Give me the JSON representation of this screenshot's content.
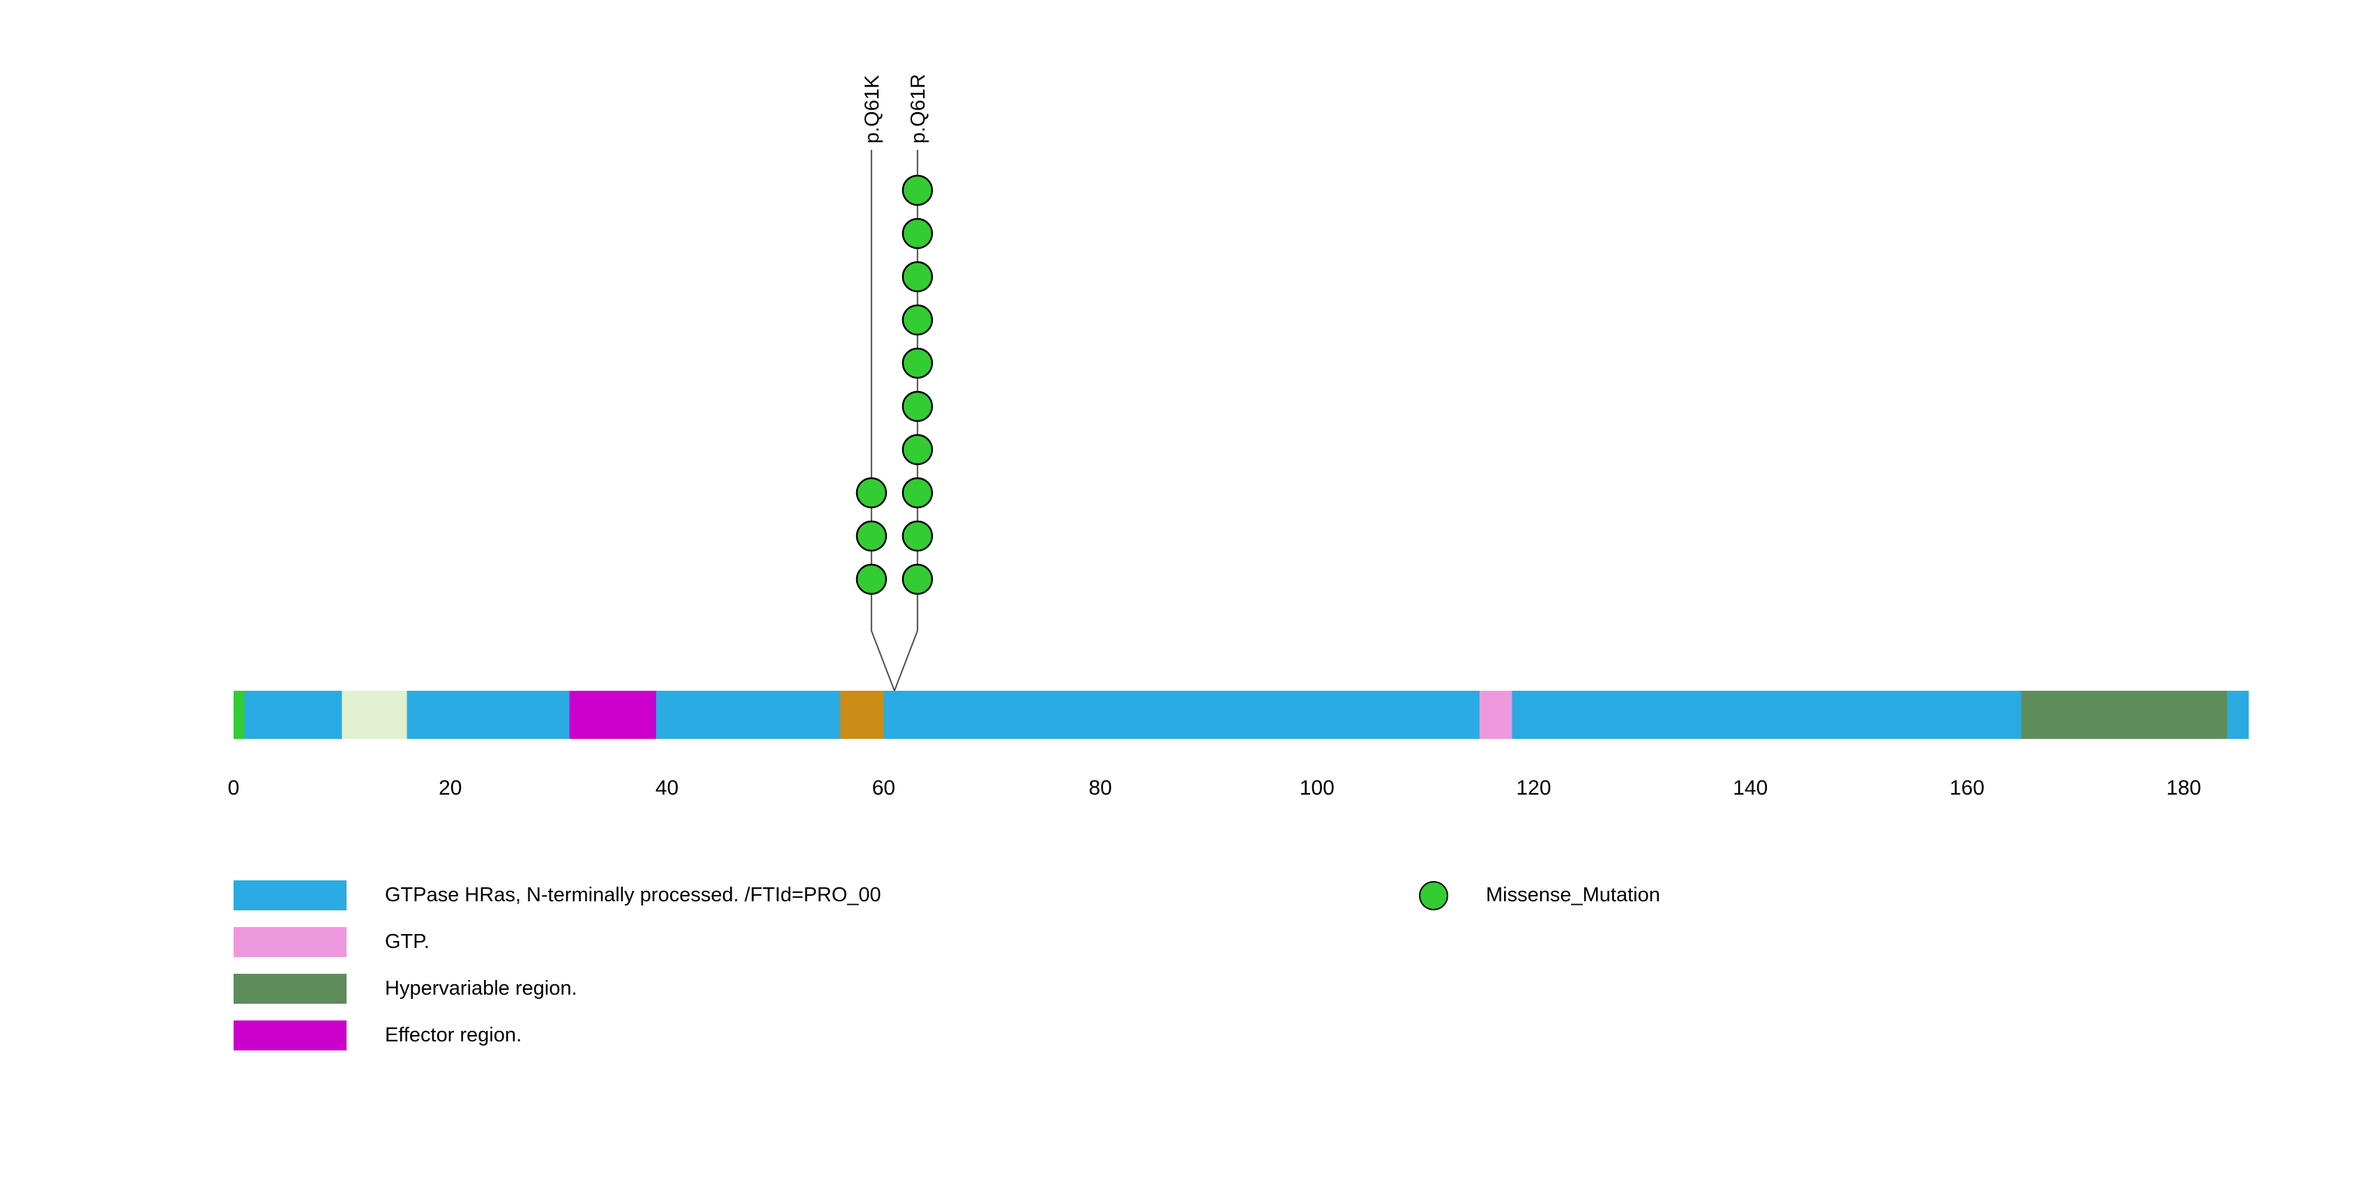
{
  "chart_data": {
    "type": "lollipop",
    "title": "",
    "protein_length": 186,
    "axis_ticks": [
      0,
      20,
      40,
      60,
      80,
      100,
      120,
      140,
      160,
      180
    ],
    "track_color": "#29ABE2",
    "stem_color": "#4d4d4d",
    "mutation_color": "#33CC33",
    "domains": [
      {
        "start": 0,
        "end": 1,
        "color": "#33CC33",
        "label": ""
      },
      {
        "start": 10,
        "end": 16,
        "color": "#E1F0CE",
        "label": ""
      },
      {
        "start": 31,
        "end": 39,
        "color": "#CC00CC",
        "label": "Effector region."
      },
      {
        "start": 56,
        "end": 60,
        "color": "#CC8B14",
        "label": ""
      },
      {
        "start": 115,
        "end": 118,
        "color": "#EE99DD",
        "label": "GTP."
      },
      {
        "start": 165,
        "end": 184,
        "color": "#5E8C5B",
        "label": "Hypervariable region."
      }
    ],
    "mutations": [
      {
        "label": "p.Q61K",
        "position": 61,
        "count": 3,
        "type": "Missense_Mutation"
      },
      {
        "label": "p.Q61R",
        "position": 61,
        "count": 10,
        "type": "Missense_Mutation"
      }
    ],
    "legend": [
      {
        "shape": "rect",
        "color": "#29ABE2",
        "label": "GTPase HRas, N-terminally processed. /FTId=PRO_00"
      },
      {
        "shape": "rect",
        "color": "#EE99DD",
        "label": "GTP."
      },
      {
        "shape": "rect",
        "color": "#5E8C5B",
        "label": "Hypervariable region."
      },
      {
        "shape": "rect",
        "color": "#CC00CC",
        "label": "Effector region."
      }
    ],
    "legend2": [
      {
        "shape": "circle",
        "color": "#33CC33",
        "label": "Missense_Mutation"
      }
    ]
  }
}
